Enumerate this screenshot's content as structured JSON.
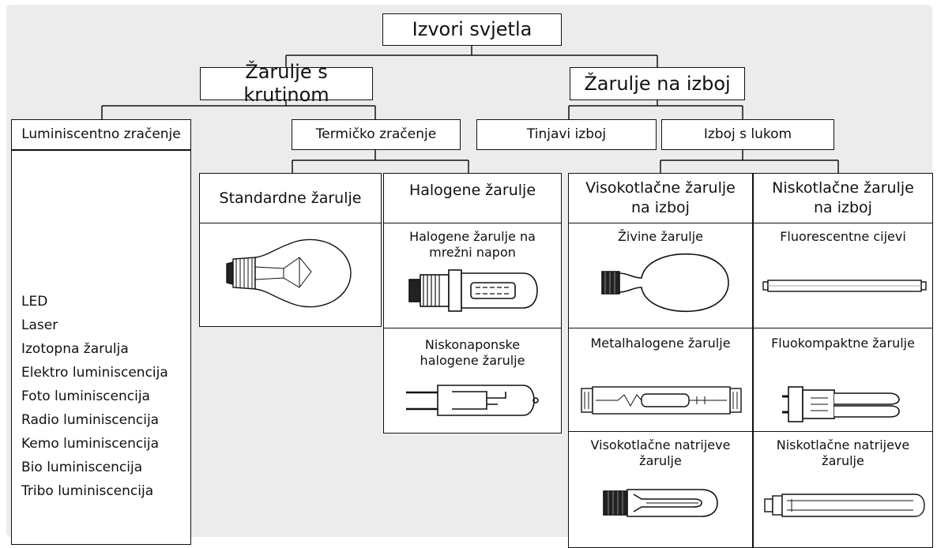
{
  "root": "Izvori svjetla",
  "level1": {
    "solid": "Žarulje s krutinom",
    "discharge": "Žarulje na izboj"
  },
  "level2": {
    "luminescent": "Luminiscentno zračenje",
    "thermal": "Termičko zračenje",
    "glow": "Tinjavi izboj",
    "arc": "Izboj s lukom"
  },
  "luminescent_items": [
    "LED",
    "Laser",
    "Izotopna žarulja",
    "Elektro luminiscencija",
    "Foto luminiscencija",
    "Radio luminiscencija",
    "Kemo luminiscencija",
    "Bio luminiscencija",
    "Tribo luminiscencija"
  ],
  "columns": {
    "standard": {
      "title": "Standardne žarulje"
    },
    "halogen": {
      "title": "Halogene žarulje",
      "items": [
        "Halogene žarulje na mrežni napon",
        "Niskonaponske halogene žarulje"
      ]
    },
    "high_pressure": {
      "title": "Visokotlačne žarulje na izboj",
      "items": [
        "Živine žarulje",
        "Metalhalogene žarulje",
        "Visokotlačne natrijeve žarulje"
      ]
    },
    "low_pressure": {
      "title": "Niskotlačne žarulje na izboj",
      "items": [
        "Fluorescentne cijevi",
        "Fluokompaktne žarulje",
        "Niskotlačne natrijeve žarulje"
      ]
    }
  }
}
